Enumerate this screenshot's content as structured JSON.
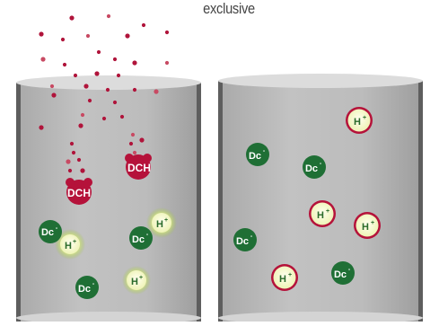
{
  "caption": "exclusive",
  "labels": {
    "dch": "DCH",
    "dc": "Dc",
    "h": "H",
    "minus": "-",
    "plus": "+"
  },
  "colors": {
    "dch": "#b5123a",
    "dc": "#1f6f35",
    "h_fill": "#f4f7c4",
    "h_glow": "#b9d35a",
    "h_ring": "#b5123a",
    "drop": "#b0143b",
    "tank": "#b8b8b8",
    "tank_edge": "#5e5e5e"
  }
}
